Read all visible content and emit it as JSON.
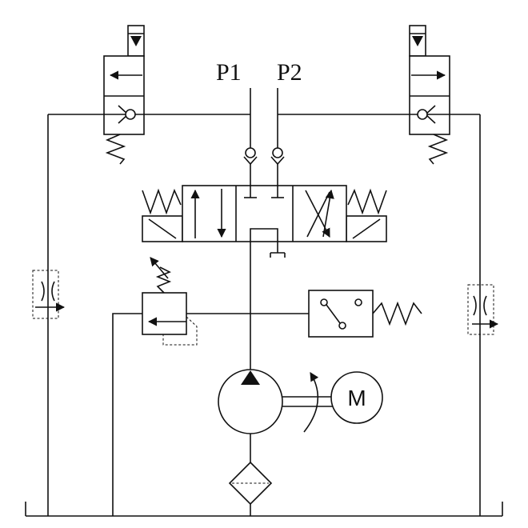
{
  "ports": {
    "p1": "P1",
    "p2": "P2"
  },
  "motor": {
    "label": "M"
  },
  "colors": {
    "line": "#111111",
    "background": "#ffffff"
  }
}
